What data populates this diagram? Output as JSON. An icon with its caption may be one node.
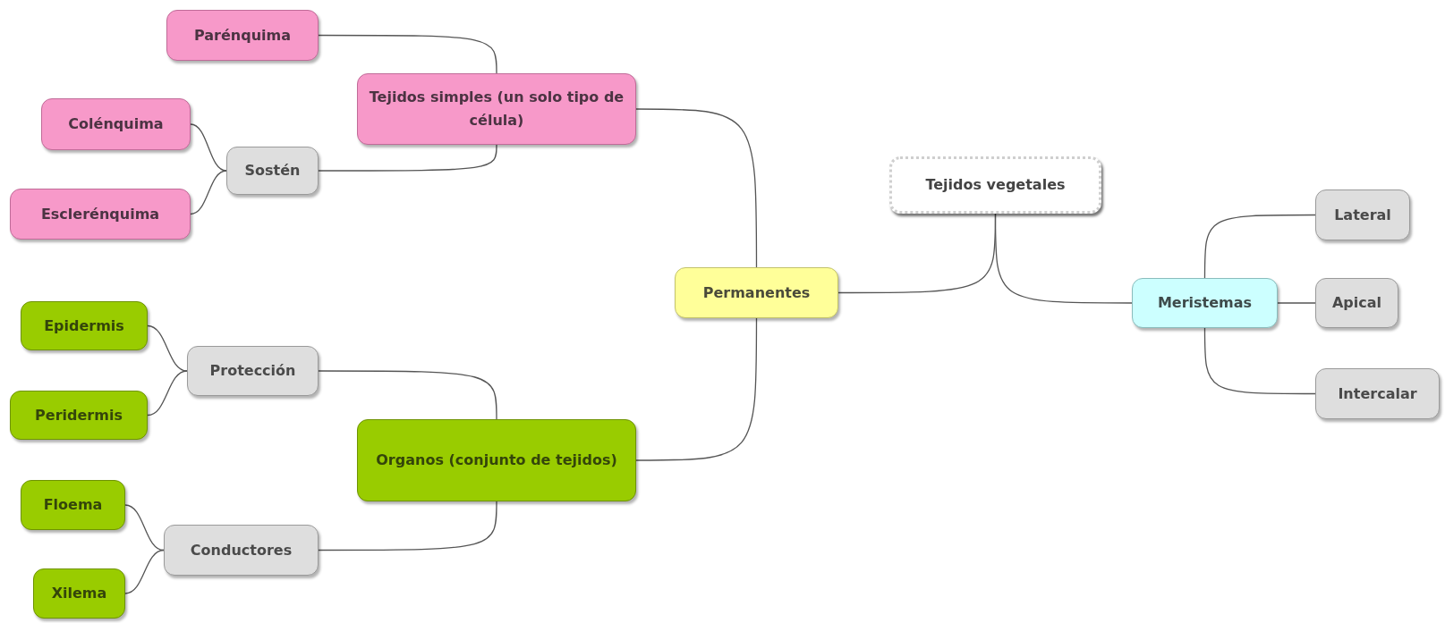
{
  "diagram": {
    "nodes": [
      {
        "text": [
          "Tejidos vegetales"
        ]
      },
      {
        "text": [
          "Permanentes"
        ]
      },
      {
        "text": [
          "Tejidos simples (un solo tipo de célula)"
        ]
      },
      {
        "text": [
          "Parénquima"
        ]
      },
      {
        "text": [
          "Sostén"
        ]
      },
      {
        "text": [
          "Colénquima"
        ]
      },
      {
        "text": [
          "Esclerénquima"
        ]
      },
      {
        "text": [
          "Organos (conjunto de tejidos)"
        ]
      },
      {
        "text": [
          "Protección"
        ]
      },
      {
        "text": [
          "Epidermis"
        ]
      },
      {
        "text": [
          "Peridermis"
        ]
      },
      {
        "text": [
          "Conductores"
        ]
      },
      {
        "text": [
          "Floema"
        ]
      },
      {
        "text": [
          "Xilema"
        ]
      },
      {
        "text": [
          "Meristemas"
        ]
      },
      {
        "text": [
          "Lateral"
        ]
      },
      {
        "text": [
          "Apical"
        ]
      },
      {
        "text": [
          "Intercalar"
        ]
      }
    ],
    "edges": [
      {
        "from": 0,
        "to": 1,
        "arrow": "none"
      },
      {
        "from": 1,
        "to": 2,
        "arrow": "none"
      },
      {
        "from": 2,
        "to": 3,
        "arrow": "none"
      },
      {
        "from": 2,
        "to": 4,
        "arrow": "none"
      },
      {
        "from": 4,
        "to": 5,
        "arrow": "none"
      },
      {
        "from": 4,
        "to": 6,
        "arrow": "none"
      },
      {
        "from": 1,
        "to": 7,
        "arrow": "none"
      },
      {
        "from": 7,
        "to": 8,
        "arrow": "none"
      },
      {
        "from": 8,
        "to": 9,
        "arrow": "none"
      },
      {
        "from": 8,
        "to": 10,
        "arrow": "none"
      },
      {
        "from": 7,
        "to": 11,
        "arrow": "none"
      },
      {
        "from": 11,
        "to": 12,
        "arrow": "none"
      },
      {
        "from": 11,
        "to": 13,
        "arrow": "none"
      },
      {
        "from": 0,
        "to": 14,
        "arrow": "none"
      },
      {
        "from": 14,
        "to": 15,
        "arrow": "none"
      },
      {
        "from": 14,
        "to": 16,
        "arrow": "none"
      },
      {
        "from": 14,
        "to": 17,
        "arrow": "none"
      }
    ]
  }
}
